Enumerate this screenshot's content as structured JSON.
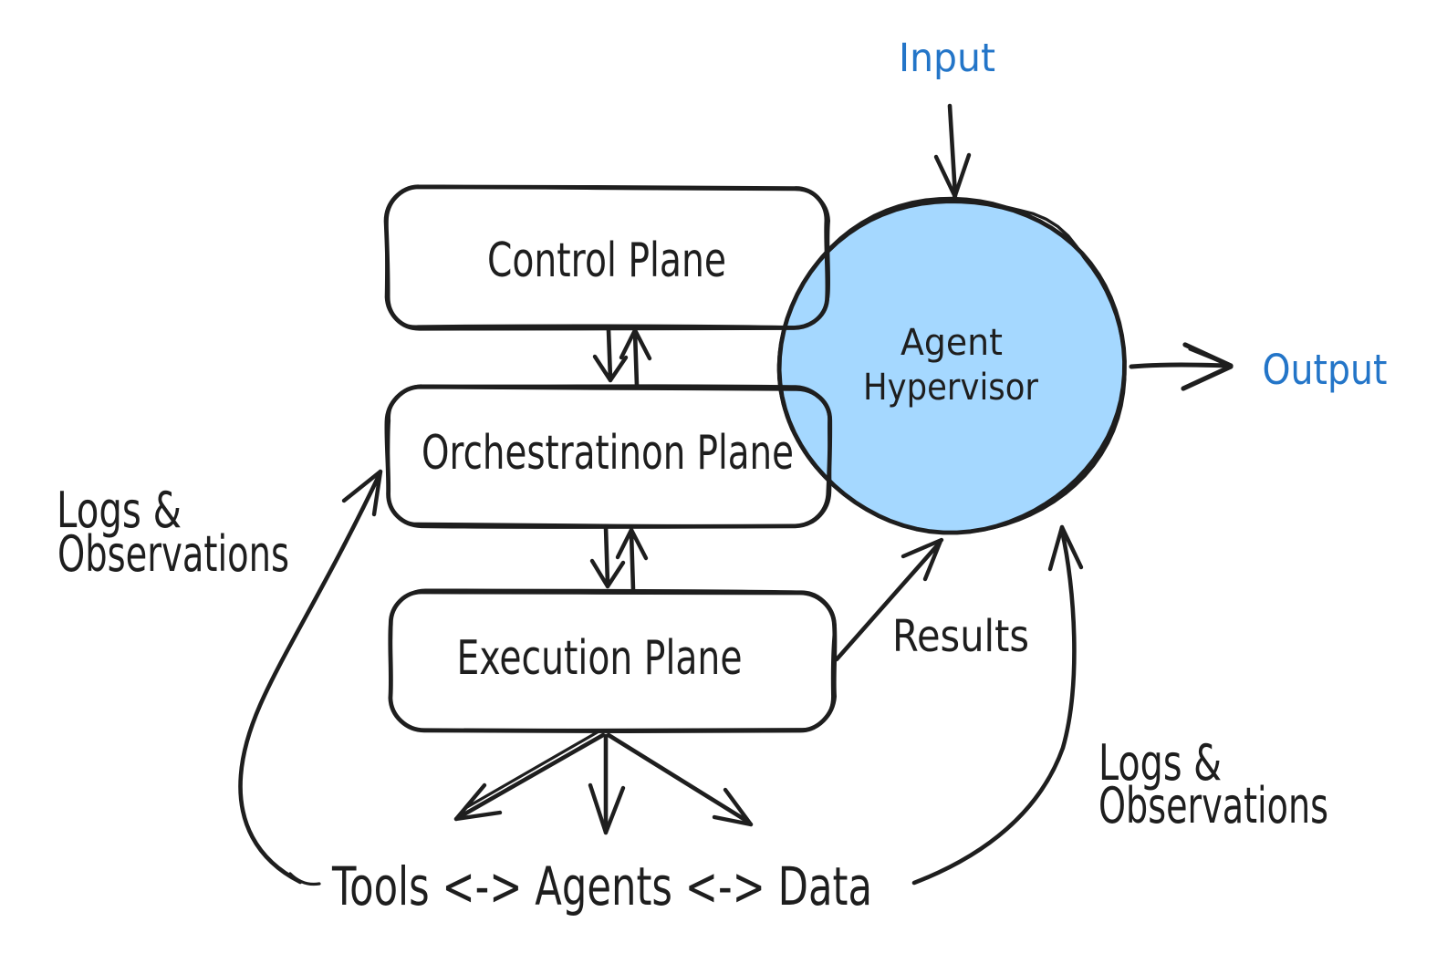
{
  "nodes": {
    "control_plane": {
      "label": "Control Plane"
    },
    "orchestration_plane": {
      "label": "Orchestratinon Plane"
    },
    "execution_plane": {
      "label": "Execution Plane"
    },
    "agent_hypervisor": {
      "line1": "Agent",
      "line2": "Hypervisor"
    }
  },
  "labels": {
    "input": "Input",
    "output": "Output",
    "results": "Results",
    "logs_left": {
      "line1": "Logs &",
      "line2": "Observations"
    },
    "logs_right": {
      "line1": "Logs &",
      "line2": "Observations"
    },
    "bottom_row": "Tools <-> Agents <-> Data"
  },
  "colors": {
    "stroke": "#1e1e1e",
    "accent_blue": "#2375c8",
    "node_fill_blue": "#a5d8ff",
    "background": "#ffffff"
  }
}
